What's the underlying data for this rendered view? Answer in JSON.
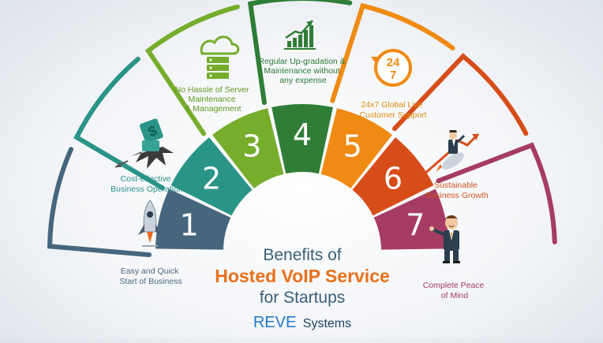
{
  "title": {
    "line1": "Benefits of",
    "line2": "Hosted VoIP Service",
    "line3": "for Startups"
  },
  "brand": {
    "name_bold": "REVE",
    "name_light": "Systems"
  },
  "segments": [
    {
      "number": "1",
      "color": "#46667d",
      "label_lines": [
        "Easy and Quick",
        "Start of Business"
      ],
      "label_color": "#4d6880",
      "icon": "rocket-icon"
    },
    {
      "number": "2",
      "color": "#2a9488",
      "label_lines": [
        "Cost-effective",
        "Business Operation"
      ],
      "label_color": "#2a8f86",
      "icon": "dollar-smash-icon"
    },
    {
      "number": "3",
      "color": "#76ad2c",
      "label_lines": [
        "No Hassle of Server",
        "Maintenance",
        "& Management"
      ],
      "label_color": "#5e9a1e",
      "icon": "server-cloud-icon"
    },
    {
      "number": "4",
      "color": "#2f7d36",
      "label_lines": [
        "Regular Up-gradation &",
        "Maintenance without",
        "any expense"
      ],
      "label_color": "#2e7a36",
      "icon": "growth-chart-icon"
    },
    {
      "number": "5",
      "color": "#ef8a12",
      "label_lines": [
        "24x7 Global Live",
        "Customer Support"
      ],
      "label_color": "#e08a10",
      "icon": "clock-24-7-icon"
    },
    {
      "number": "6",
      "color": "#d74d1a",
      "label_lines": [
        "Sustainable",
        "Business Growth"
      ],
      "label_color": "#d0541e",
      "icon": "businessman-rocket-icon"
    },
    {
      "number": "7",
      "color": "#a63c63",
      "label_lines": [
        "Complete Peace",
        "of Mind"
      ],
      "label_color": "#a63c63",
      "icon": "happy-businessman-icon"
    }
  ],
  "icons": {
    "clock_top": "24",
    "clock_bottom": "7"
  }
}
